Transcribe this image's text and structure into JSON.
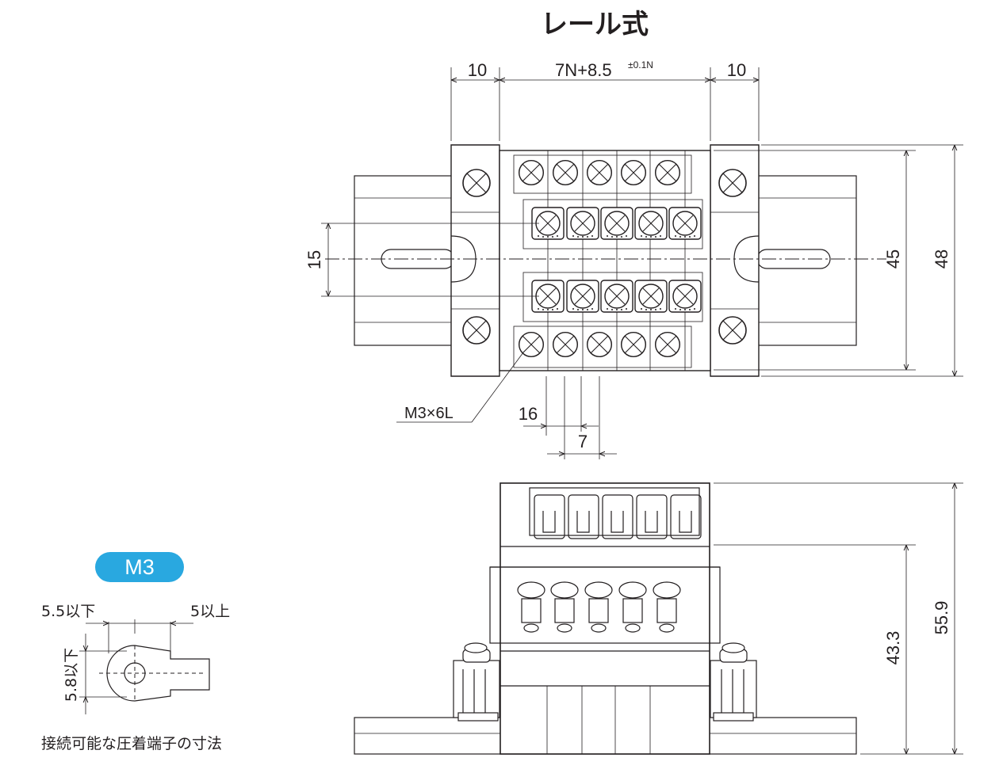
{
  "title": "レール式",
  "dimensions": {
    "top_left": "10",
    "top_middle": "7N+8.5",
    "top_middle_tolerance": "±0.1N",
    "top_right": "10",
    "height_inner": "45",
    "height_outer": "48",
    "center_gap": "15",
    "screw_label": "M3×6L",
    "pitch_16": "16",
    "pitch_7": "7",
    "side_height_inner": "43.3",
    "side_height_outer": "55.9"
  },
  "terminal_spec": {
    "badge": "M3",
    "badge_color": "#29a8e0",
    "left_dim": "5.5以下",
    "right_dim": "5以上",
    "vertical_dim": "5.8以下",
    "caption": "接続可能な圧着端子の寸法"
  }
}
